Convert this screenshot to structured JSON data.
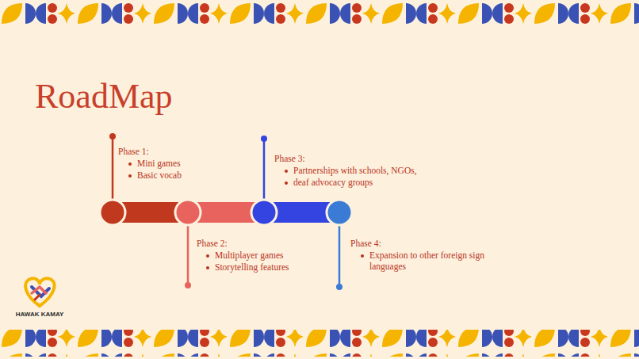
{
  "diagram": {
    "title": "RoadMap",
    "labels": [
      "Phase 1:",
      "Mini games",
      "Basic vocab",
      "Phase 2:",
      "Multiplayer games",
      "Storytelling features",
      "Phase 3:",
      "Partnerships with schools, NGOs,",
      "deaf advocacy groups",
      "Phase 4:",
      "Expansion to other foreign sign languages",
      "HAWAK KAMAY"
    ]
  }
}
